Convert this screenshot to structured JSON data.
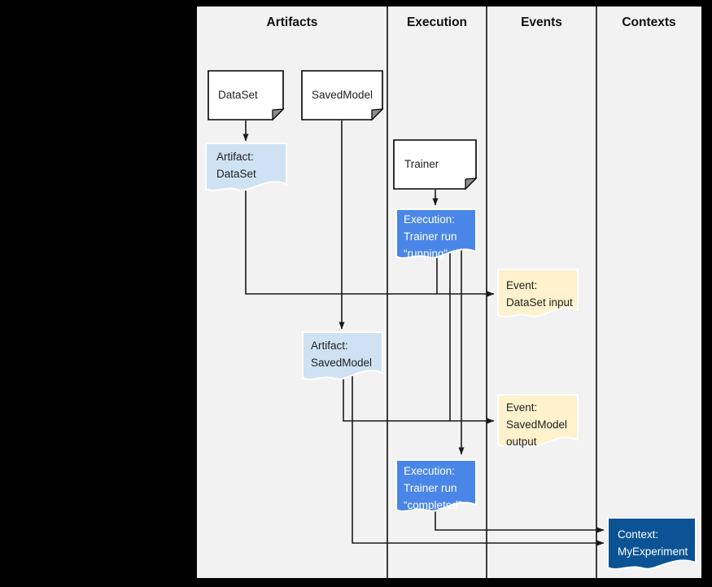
{
  "header": {
    "columns": [
      "Artifacts",
      "Execution",
      "Events",
      "Contexts"
    ]
  },
  "nodes": {
    "dataset": {
      "label": "DataSet"
    },
    "savedmodel": {
      "label": "SavedModel"
    },
    "trainer": {
      "label": "Trainer"
    },
    "artifact_dataset": {
      "lines": [
        "Artifact:",
        "DataSet"
      ]
    },
    "execution_running": {
      "lines": [
        "Execution:",
        "Trainer run",
        "“running”"
      ]
    },
    "event_dataset_input": {
      "lines": [
        "Event:",
        "DataSet input"
      ]
    },
    "artifact_savedmodel": {
      "lines": [
        "Artifact:",
        "SavedModel"
      ]
    },
    "event_savedmodel_output": {
      "lines": [
        "Event:",
        "SavedModel",
        "output"
      ]
    },
    "execution_completed": {
      "lines": [
        "Execution:",
        "Trainer run",
        "“completed”"
      ]
    },
    "context_myexperiment": {
      "lines": [
        "Context:",
        "MyExperiment"
      ]
    }
  },
  "colors": {
    "page_bg": "#000000",
    "canvas_bg": "#f2f2f2",
    "artifact_fill": "#cfe2f3",
    "execution_fill": "#4a86e8",
    "event_fill": "#fff2cc",
    "context_fill": "#0b5394",
    "doc_fill": "#ffffff",
    "line": "#1a1a1a",
    "fold": "#8d8d8d"
  }
}
